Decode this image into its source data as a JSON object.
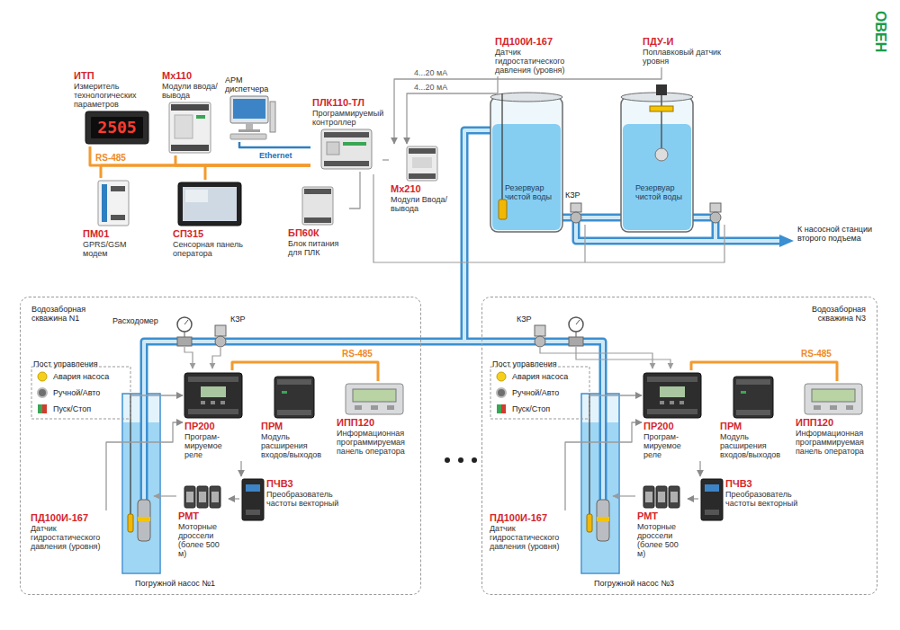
{
  "diagram": {
    "nodes": [
      {
        "text": [
          "ИТП",
          "Измеритель технологических параметров"
        ]
      },
      {
        "text": [
          "Мх110",
          "Модули ввода/вывода"
        ]
      },
      {
        "text": [
          "АРМ диспетчера"
        ]
      },
      {
        "text": [
          "ПЛК110-ТЛ",
          "Программируемый контроллер"
        ]
      },
      {
        "text": [
          "Мх210",
          "Модули Ввода/вывода"
        ]
      },
      {
        "text": [
          "ПМ01",
          "GPRS/GSM модем"
        ]
      },
      {
        "text": [
          "СП315",
          "Сенсорная панель оператора"
        ]
      },
      {
        "text": [
          "БП60К",
          "Блок питания для ПЛК"
        ]
      },
      {
        "text": [
          "ПД100И-167",
          "Датчик гидростатического давления (уровня)"
        ]
      },
      {
        "text": [
          "ПДУ-И",
          "Поплавковый датчик уровня"
        ]
      },
      {
        "text": [
          "Резервуар чистой воды"
        ]
      },
      {
        "text": [
          "Резервуар чистой воды"
        ]
      },
      {
        "text": [
          "Водозаборная скважина N1"
        ]
      },
      {
        "text": [
          "Пост управления",
          "Авария насоса",
          "Ручной/Авто",
          "Пуск/Стоп"
        ],
        "in": 12
      },
      {
        "text": [
          "ПР200",
          "Програм- мируемое реле"
        ],
        "in": 12
      },
      {
        "text": [
          "ПРМ",
          "Модуль расширения входов/выходов"
        ],
        "in": 12
      },
      {
        "text": [
          "ИПП120",
          "Информационная программируемая панель оператора"
        ],
        "in": 12
      },
      {
        "text": [
          "ПЧВ3",
          "Преобразователь частоты векторный"
        ],
        "in": 12
      },
      {
        "text": [
          "РМТ",
          "Моторные дроссели (более 500 м)"
        ],
        "in": 12
      },
      {
        "text": [
          "ПД100И-167",
          "Датчик гидростатического давления (уровня)"
        ],
        "in": 12
      },
      {
        "text": [
          "Водозаборная скважина N3"
        ]
      },
      {
        "text": [
          "Пост управления",
          "Авария насоса",
          "Ручной/Авто",
          "Пуск/Стоп"
        ],
        "in": 20
      },
      {
        "text": [
          "ПР200",
          "Програм- мируемое реле"
        ],
        "in": 20
      },
      {
        "text": [
          "ПРМ",
          "Модуль расширения входов/выходов"
        ],
        "in": 20
      },
      {
        "text": [
          "ИПП120",
          "Информационная программируемая панель оператора"
        ],
        "in": 20
      },
      {
        "text": [
          "ПЧВ3",
          "Преобразователь частоты векторный"
        ],
        "in": 20
      },
      {
        "text": [
          "РМТ",
          "Моторные дроссели (более 500 м)"
        ],
        "in": 20
      },
      {
        "text": [
          "ПД100И-167",
          "Датчик гидростатического давления (уровня)"
        ],
        "in": 20
      }
    ],
    "edges": [
      {
        "from": 0,
        "to": 3,
        "arrow": "none"
      },
      {
        "from": 1,
        "to": 3,
        "arrow": "none"
      },
      {
        "from": 5,
        "to": 3,
        "arrow": "none"
      },
      {
        "from": 6,
        "to": 3,
        "arrow": "none"
      },
      {
        "from": 2,
        "to": 3,
        "label": "Ethernet",
        "arrow": "none"
      },
      {
        "from": 7,
        "to": 3,
        "arrow": "none"
      },
      {
        "from": 3,
        "to": 4,
        "arrow": "none"
      },
      {
        "from": 8,
        "to": 4,
        "label": "4...20 мА",
        "arrow": "to"
      },
      {
        "from": 9,
        "to": 4,
        "label": "4...20 мА",
        "arrow": "to"
      },
      {
        "from": 13,
        "to": 14,
        "arrow": "to"
      },
      {
        "from": 19,
        "to": 14,
        "arrow": "to"
      },
      {
        "from": 14,
        "to": 17,
        "arrow": "to"
      },
      {
        "from": 17,
        "to": 18,
        "arrow": "to"
      },
      {
        "from": 14,
        "to": 16,
        "label": "RS-485",
        "arrow": "none"
      },
      {
        "from": 21,
        "to": 22,
        "arrow": "to"
      },
      {
        "from": 27,
        "to": 22,
        "arrow": "to"
      },
      {
        "from": 22,
        "to": 25,
        "arrow": "to"
      },
      {
        "from": 25,
        "to": 26,
        "arrow": "to"
      },
      {
        "from": 22,
        "to": 24,
        "label": "RS-485",
        "arrow": "none"
      }
    ],
    "labels": [
      "2505",
      "RS-485",
      "КЗР",
      "К насосной станции второго подъема",
      "Расходомер",
      "КЗР",
      "Погружной насос №1",
      "КЗР",
      "Погружной насос №3",
      "ОВЕН"
    ]
  }
}
